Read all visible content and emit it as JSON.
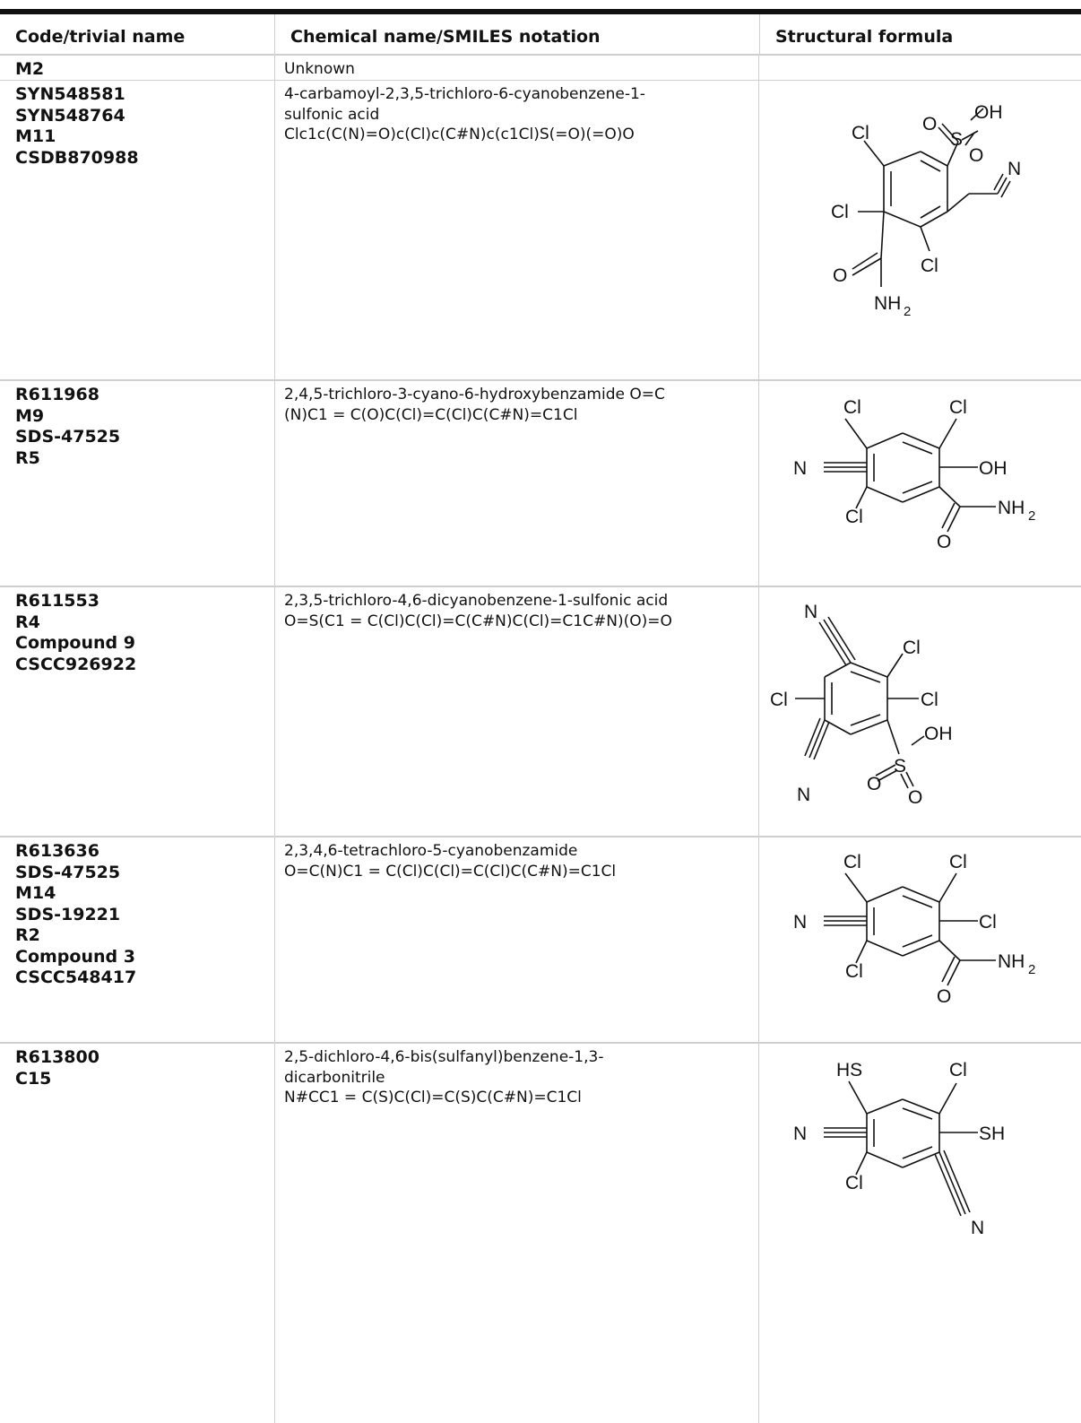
{
  "headers": {
    "code": "Code/trivial name",
    "chemical": "Chemical name/SMILES notation",
    "structure": "Structural formula"
  },
  "rows": [
    {
      "codes": [
        "M2"
      ],
      "chemical_lines": [
        "Unknown"
      ]
    },
    {
      "codes": [
        "SYN548581",
        "SYN548764",
        "M11",
        "CSDB870988"
      ],
      "chemical_lines": [
        "4-carbamoyl-2,3,5-trichloro-6-cyanobenzene-1-",
        "sulfonic acid",
        "Clc1c(C(N)=O)c(Cl)c(C#N)c(c1Cl)S(=O)(=O)O"
      ],
      "structure_atoms": {
        "Cl1": "Cl",
        "Cl2": "Cl",
        "Cl3": "Cl",
        "S": "S",
        "O1": "O",
        "O2": "O",
        "OH": "OH",
        "N": "N",
        "O3": "O",
        "NH": "NH",
        "sub": "2"
      }
    },
    {
      "codes": [
        "R611968",
        "M9",
        "SDS-47525",
        "R5"
      ],
      "chemical_lines": [
        "2,4,5-trichloro-3-cyano-6-hydroxybenzamide O=C",
        "(N)C1 = C(O)C(Cl)=C(Cl)C(C#N)=C1Cl"
      ],
      "structure_atoms": {
        "Cl1": "Cl",
        "Cl2": "Cl",
        "Cl3": "Cl",
        "N": "N",
        "OH": "OH",
        "O": "O",
        "NH": "NH",
        "sub": "2"
      }
    },
    {
      "codes": [
        "R611553",
        "R4",
        "Compound 9",
        "CSCC926922"
      ],
      "chemical_lines": [
        "2,3,5-trichloro-4,6-dicyanobenzene-1-sulfonic acid",
        "O=S(C1 = C(Cl)C(Cl)=C(C#N)C(Cl)=C1C#N)(O)=O"
      ],
      "structure_atoms": {
        "N1": "N",
        "N2": "N",
        "Cl1": "Cl",
        "Cl2": "Cl",
        "Cl3": "Cl",
        "S": "S",
        "OH": "OH",
        "O1": "O",
        "O2": "O"
      }
    },
    {
      "codes": [
        "R613636",
        "SDS-47525",
        "M14",
        "SDS-19221",
        "R2",
        "Compound 3",
        "CSCC548417"
      ],
      "chemical_lines": [
        "2,3,4,6-tetrachloro-5-cyanobenzamide",
        "O=C(N)C1 = C(Cl)C(Cl)=C(Cl)C(C#N)=C1Cl"
      ],
      "structure_atoms": {
        "Cl1": "Cl",
        "Cl2": "Cl",
        "Cl3": "Cl",
        "Cl4": "Cl",
        "N": "N",
        "O": "O",
        "NH": "NH",
        "sub": "2"
      }
    },
    {
      "codes": [
        "R613800",
        "C15"
      ],
      "chemical_lines": [
        "2,5-dichloro-4,6-bis(sulfanyl)benzene-1,3-",
        "dicarbonitrile",
        "N#CC1 = C(S)C(Cl)=C(S)C(C#N)=C1Cl"
      ],
      "structure_atoms": {
        "HS": "HS",
        "SH": "SH",
        "Cl1": "Cl",
        "Cl2": "Cl",
        "N1": "N",
        "N2": "N"
      }
    }
  ]
}
